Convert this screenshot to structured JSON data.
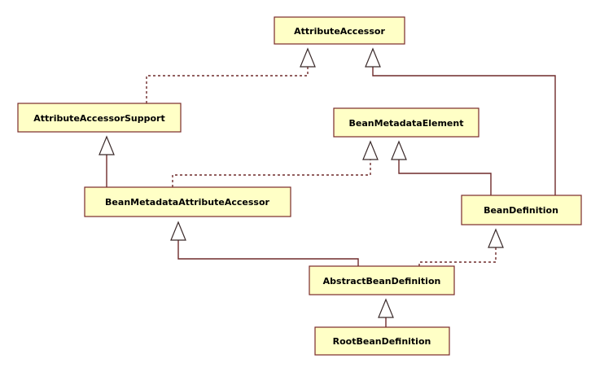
{
  "diagram": {
    "nodes": [
      {
        "id": "attribute-accessor",
        "label": "AttributeAccessor"
      },
      {
        "id": "attribute-accessor-support",
        "label": "AttributeAccessorSupport"
      },
      {
        "id": "bean-metadata-element",
        "label": "BeanMetadataElement"
      },
      {
        "id": "bean-metadata-attribute-accessor",
        "label": "BeanMetadataAttributeAccessor"
      },
      {
        "id": "bean-definition",
        "label": "BeanDefinition"
      },
      {
        "id": "abstract-bean-definition",
        "label": "AbstractBeanDefinition"
      },
      {
        "id": "root-bean-definition",
        "label": "RootBeanDefinition"
      }
    ],
    "edges": [
      {
        "from": "attribute-accessor-support",
        "to": "attribute-accessor",
        "kind": "realization"
      },
      {
        "from": "bean-definition",
        "to": "attribute-accessor",
        "kind": "generalization"
      },
      {
        "from": "bean-metadata-attribute-accessor",
        "to": "attribute-accessor-support",
        "kind": "generalization"
      },
      {
        "from": "bean-metadata-attribute-accessor",
        "to": "bean-metadata-element",
        "kind": "realization"
      },
      {
        "from": "bean-definition",
        "to": "bean-metadata-element",
        "kind": "generalization"
      },
      {
        "from": "abstract-bean-definition",
        "to": "bean-metadata-attribute-accessor",
        "kind": "generalization"
      },
      {
        "from": "abstract-bean-definition",
        "to": "bean-definition",
        "kind": "realization"
      },
      {
        "from": "root-bean-definition",
        "to": "abstract-bean-definition",
        "kind": "generalization"
      }
    ]
  }
}
